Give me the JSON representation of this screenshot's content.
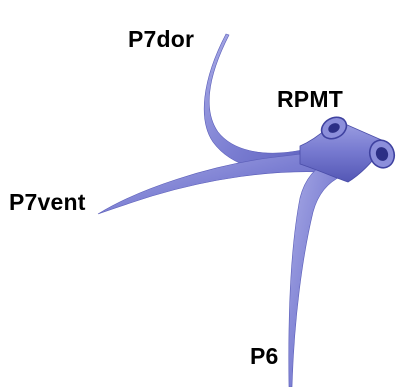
{
  "diagram": {
    "labels": {
      "p7dor": "P7dor",
      "rpmt": "RPMT",
      "p7vent": "P7vent",
      "p6": "P6"
    },
    "colors": {
      "vessel_fill": "#7b7ed2",
      "vessel_light": "#a9abe6",
      "vessel_dark": "#4a4da8",
      "lumen": "#2c2f86",
      "label_text": "#000000"
    }
  }
}
